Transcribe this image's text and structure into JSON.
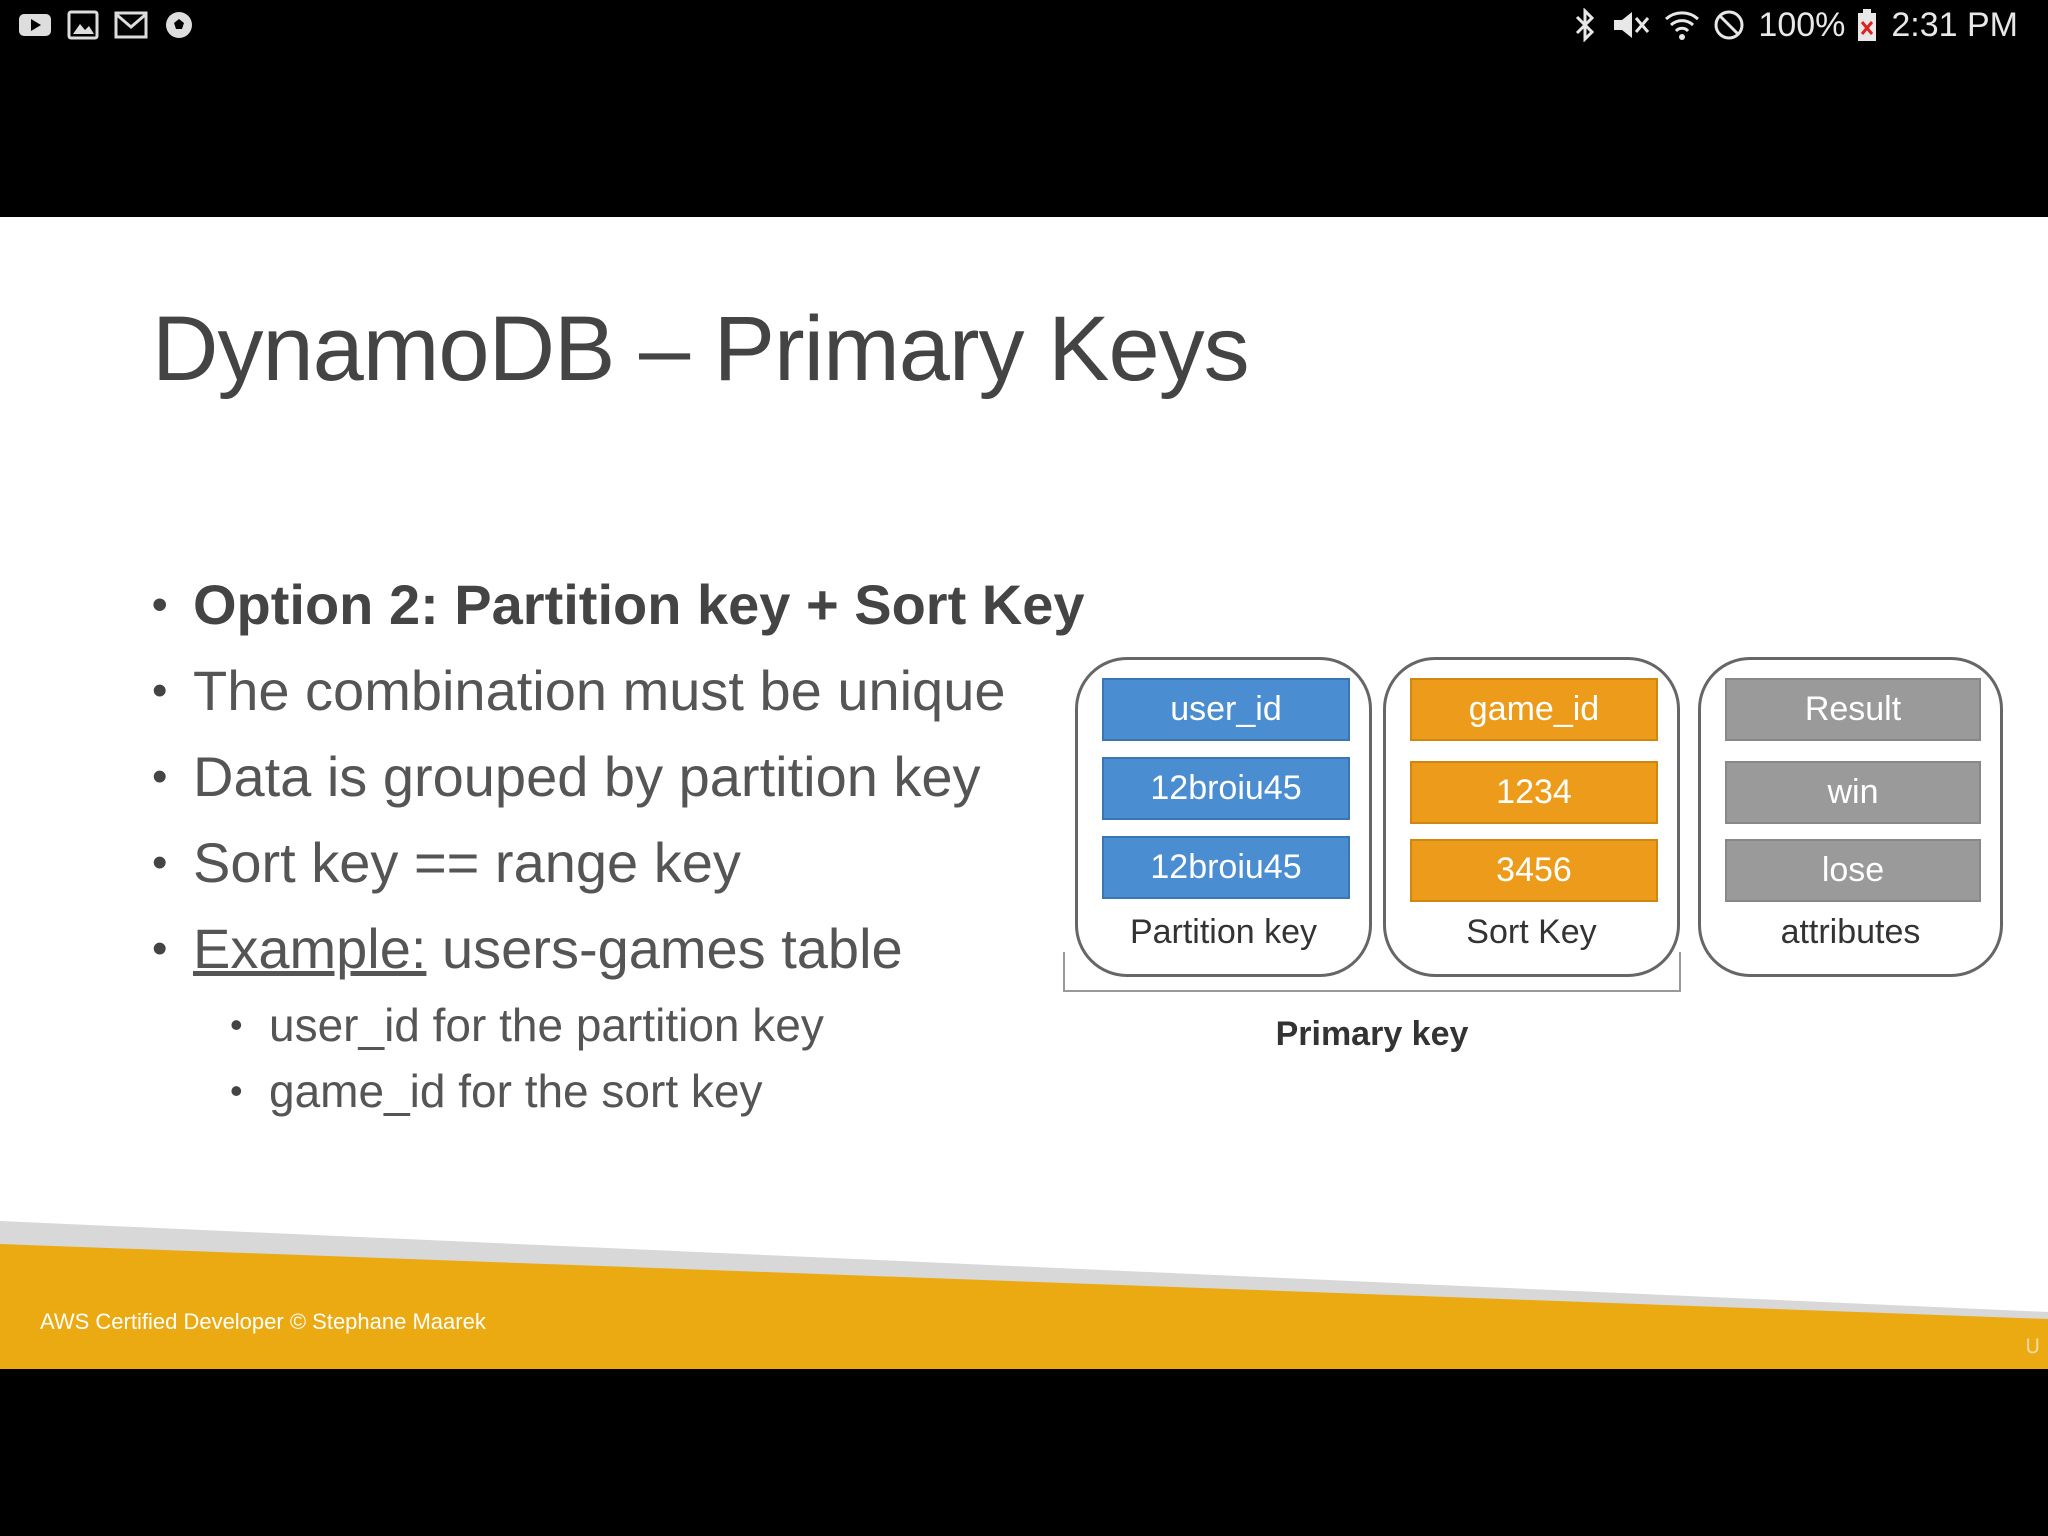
{
  "status_bar": {
    "notification_icons": [
      "youtube-icon",
      "gallery-icon",
      "gmail-icon",
      "soccer-ball-icon"
    ],
    "system_icons": [
      "bluetooth-icon",
      "vibrate-mute-icon",
      "wifi-icon",
      "do-not-disturb-icon"
    ],
    "battery_percent": "100%",
    "clock": "2:31 PM"
  },
  "slide": {
    "title": "DynamoDB – Primary Keys",
    "bullets": [
      "Option 2: Partition key + Sort Key",
      "The combination must be unique",
      "Data is grouped by partition key",
      "Sort key == range key"
    ],
    "example": {
      "label": "Example:",
      "text": "users-games table",
      "sub_bullets": [
        "user_id for the partition key",
        "game_id for the sort key"
      ]
    },
    "diagram": {
      "partition_group": {
        "header": "user_id",
        "values": [
          "12broiu45",
          "12broiu45"
        ],
        "label": "Partition key",
        "color": "#4a8dd0"
      },
      "sort_group": {
        "header": "game_id",
        "values": [
          "1234",
          "3456"
        ],
        "label": "Sort Key",
        "color": "#ec9c1a"
      },
      "attributes_group": {
        "header": "Result",
        "values": [
          "win",
          "lose"
        ],
        "label": "attributes",
        "color": "#9a9a9a"
      },
      "primary_key_label": "Primary key"
    },
    "footer": {
      "text": "AWS Certified Developer © Stephane Maarek",
      "accent_color": "#ebaa11"
    }
  }
}
